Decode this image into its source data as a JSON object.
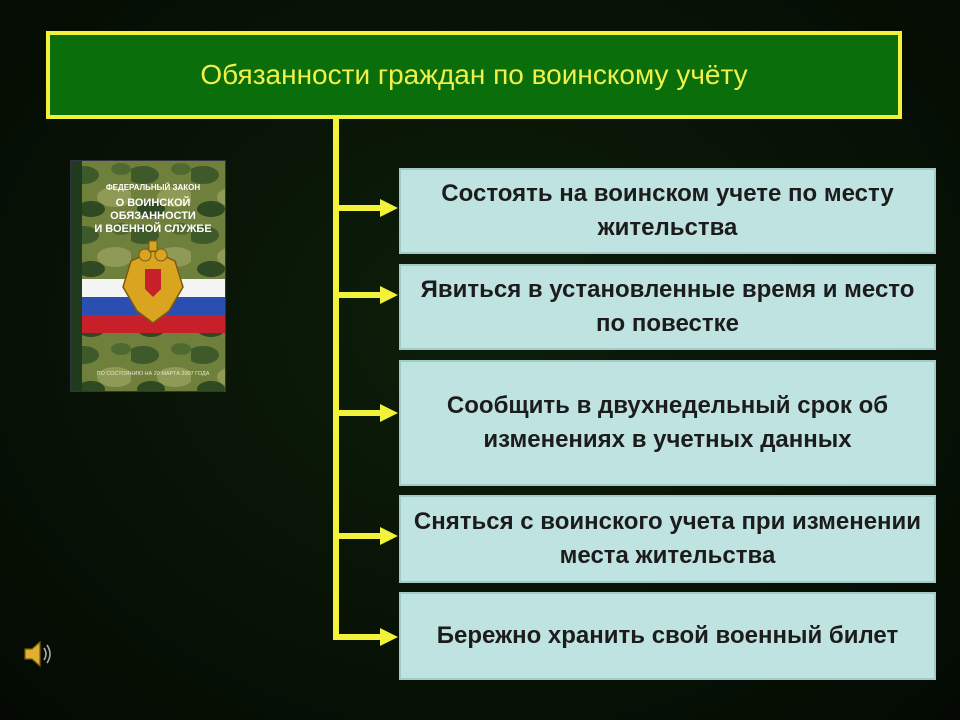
{
  "title": "Обязанности граждан по воинскому учёту",
  "items": [
    "Состоять на воинском учете по месту жительства",
    "Явиться в установленные время и место по повестке",
    "Сообщить в двухнедельный срок об изменениях в учетных данных",
    "Сняться с воинского учета при изменении места жительства",
    "Бережно хранить свой военный билет"
  ],
  "book": {
    "header": "ФЕДЕРАЛЬНЫЙ ЗАКОН",
    "title_lines": [
      "О ВОИНСКОЙ",
      "ОБЯЗАННОСТИ",
      "И ВОЕННОЙ СЛУЖБЕ"
    ],
    "footer": "ПО СОСТОЯНИЮ НА 20 МАРТА 2007 ГОДА"
  },
  "colors": {
    "title_bg": "#0a6e0a",
    "title_border": "#f2f23a",
    "title_text": "#f0f04a",
    "connector": "#f2f23a",
    "item_bg": "#bfe3e0"
  },
  "icons": [
    "speaker-icon"
  ]
}
